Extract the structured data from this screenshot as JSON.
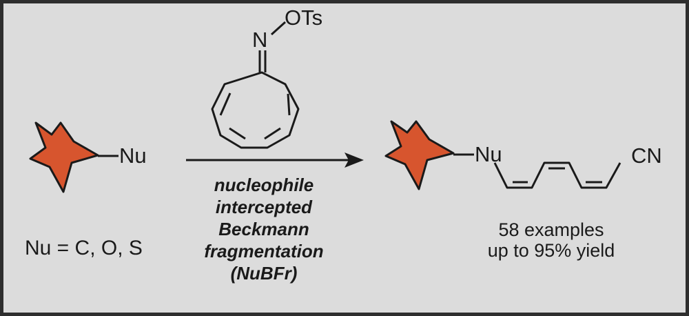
{
  "reagent": {
    "atom_n": "N",
    "leaving_group": "OTs"
  },
  "substrate": {
    "nucleophile": "Nu",
    "scope": "Nu = C, O, S"
  },
  "reaction": {
    "caption_lines": [
      "nucleophile",
      "intercepted",
      "Beckmann",
      "fragmentation",
      "(NuBFr)"
    ]
  },
  "product": {
    "nucleophile": "Nu",
    "nitrile": "CN",
    "examples": "58 examples",
    "yield": "up to 95% yield"
  },
  "colors": {
    "star_fill": "#d7552e",
    "background": "#dcdcdc",
    "ink": "#1a1a1a"
  }
}
